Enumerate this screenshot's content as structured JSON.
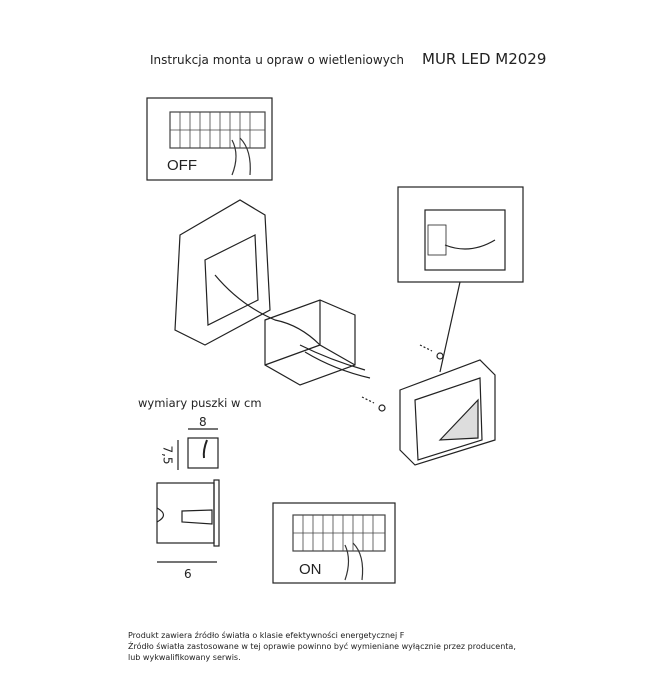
{
  "header": {
    "title": "Instrukcja monta  u opraw o  wietleniowych",
    "model": "MUR LED M2029"
  },
  "panels": {
    "off_label": "OFF",
    "on_label": "ON"
  },
  "dimensions": {
    "label": "wymiary puszki w cm",
    "width": "8",
    "height": "7,5",
    "depth": "6"
  },
  "footer": {
    "line1": "Produkt zawiera źródło światła o klasie efektywności energetycznej F",
    "line2": "Źródło światła zastosowane w tej oprawie powinno być wymieniane wyłącznie przez producenta,",
    "line3": "lub wykwalifikowany serwis."
  }
}
